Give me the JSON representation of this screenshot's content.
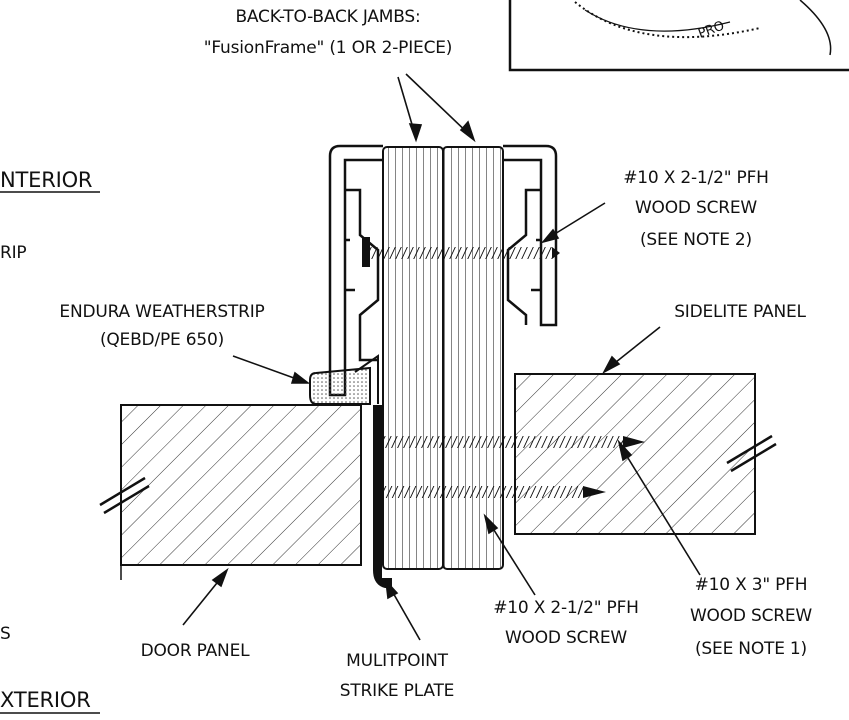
{
  "labels": {
    "jambs_line1": "BACK-TO-BACK JAMBS:",
    "jambs_line2": "\"FusionFrame\" (1 OR 2-PIECE)",
    "interior": "NTERIOR",
    "exterior": "XTERIOR",
    "left_cut_top": "RIP",
    "left_cut_bottom": "S",
    "screw_top_1": "#10 X 2-1/2\" PFH",
    "screw_top_2": "WOOD SCREW",
    "screw_top_3": "(SEE NOTE 2)",
    "weather_1": "ENDURA WEATHERSTRIP",
    "weather_2": "(QEBD/PE 650)",
    "sidelite": "SIDELITE PANEL",
    "door_panel": "DOOR PANEL",
    "strike_1": "MULITPOINT",
    "strike_2": "STRIKE PLATE",
    "screw_mid_1": "#10 X 2-1/2\" PFH",
    "screw_mid_2": "WOOD SCREW",
    "screw_right_1": "#10 X 3\" PFH",
    "screw_right_2": "WOOD SCREW",
    "screw_right_3": "(SEE NOTE 1)",
    "stamp_text": "PRO"
  },
  "colors": {
    "ink": "#111111",
    "hatch": "#333333",
    "weatherstrip": "#d9d9d9"
  }
}
